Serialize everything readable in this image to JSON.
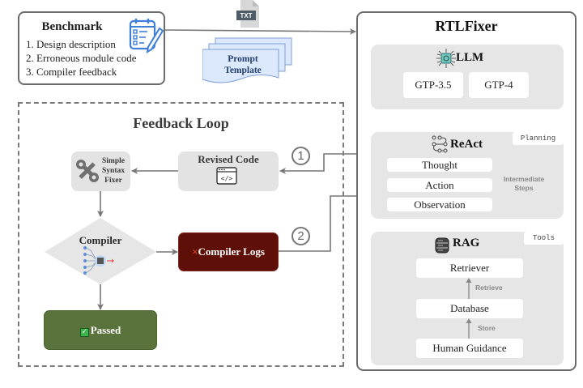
{
  "benchmark": {
    "title": "Benchmark",
    "items": [
      "1. Design description",
      "2. Erroneous module code",
      "3. Compiler feedback"
    ],
    "icon": "checklist-pencil-icon"
  },
  "inputs": {
    "file_badge": "TXT",
    "prompt_template": [
      "Prompt",
      "Template"
    ]
  },
  "feedback_loop": {
    "title": "Feedback Loop",
    "simple_syntax_fixer": [
      "Simple",
      "Syntax",
      "Fixer"
    ],
    "revised_code": "Revised Code",
    "compiler": "Compiler",
    "compiler_logs": "Compiler Logs",
    "compiler_logs_mark": "×",
    "passed": "Passed",
    "passed_mark": "✓",
    "step_1": "1",
    "step_2": "2"
  },
  "rtlfixer": {
    "title": "RTLFixer",
    "llm": {
      "title": "LLM",
      "models": [
        "GTP-3.5",
        "GTP-4"
      ]
    },
    "react": {
      "title": "ReAct",
      "tag": "Planning",
      "steps": [
        "Thought",
        "Action",
        "Observation"
      ],
      "loop_label": [
        "Intermediate",
        "Steps"
      ]
    },
    "rag": {
      "title": "RAG",
      "tag": "Tools",
      "nodes": [
        "Retriever",
        "Database",
        "Human Guidance"
      ],
      "edges": [
        "Retrieve",
        "Store"
      ]
    }
  },
  "colors": {
    "compiler_logs_bg": "#5e0f08",
    "passed_bg": "#5a733c",
    "panel_bg": "#e6e6e6",
    "icon_blue": "#3f7fd8",
    "prompt_fill": "#dce8fb"
  }
}
